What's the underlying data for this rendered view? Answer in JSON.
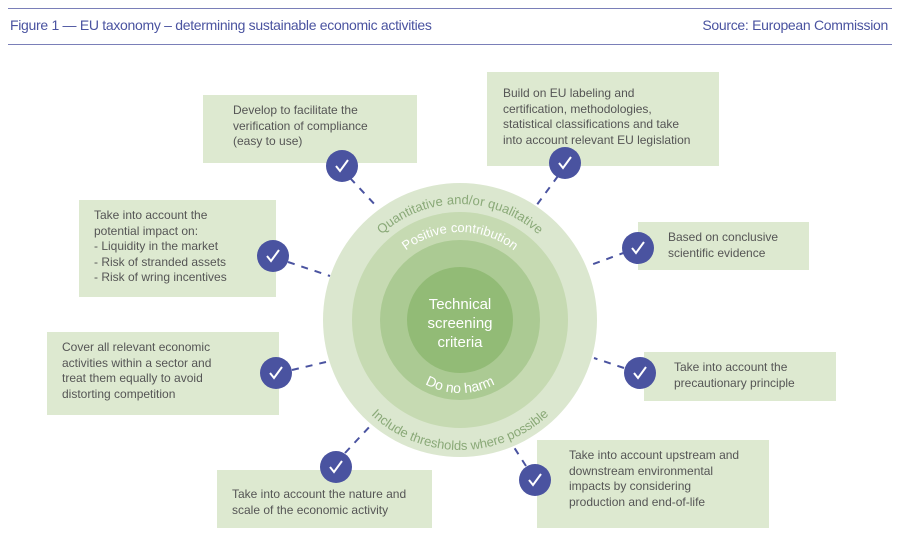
{
  "header": {
    "title": "Figure 1 —  EU taxonomy – determining sustainable economic activities",
    "source": "Source: European Commission"
  },
  "colors": {
    "accent": "#4a53a0",
    "box": "#dde9d0",
    "ring_outer": "#dbe7cf",
    "ring_2": "#c6dab2",
    "ring_3": "#abca93",
    "core": "#92bb76"
  },
  "center": {
    "core": [
      "Technical",
      "screening",
      "criteria"
    ],
    "ring_outer_top": "Quantitative and/or qualitative",
    "ring_outer_bottom": "Include thresholds where possible",
    "ring_inner_top": "Positive contribution",
    "ring_inner_bottom": "Do no harm"
  },
  "criteria": [
    {
      "lines": [
        "Develop to facilitate the",
        "verification of compliance",
        "(easy to use)"
      ],
      "icon": "check-icon"
    },
    {
      "lines": [
        "Build on EU labeling and",
        "certification, methodologies,",
        "statistical classifications and take",
        "into account relevant EU legislation"
      ],
      "icon": "check-icon"
    },
    {
      "lines": [
        "Based on conclusive",
        "scientific evidence"
      ],
      "icon": "check-icon"
    },
    {
      "lines": [
        "Take into account the",
        "potential impact on:",
        "- Liquidity in the market",
        "- Risk of stranded assets",
        "- Risk of wring incentives"
      ],
      "icon": "check-icon"
    },
    {
      "lines": [
        "Cover all relevant economic",
        "activities within a sector and",
        "treat them equally to avoid",
        "distorting competition"
      ],
      "icon": "check-icon"
    },
    {
      "lines": [
        "Take into account the",
        "precautionary principle"
      ],
      "icon": "check-icon"
    },
    {
      "lines": [
        "Take into account upstream and",
        "downstream environmental",
        "impacts by considering",
        "production and end-of-life"
      ],
      "icon": "check-icon"
    },
    {
      "lines": [
        "Take into account the nature and",
        "scale of the economic activity"
      ],
      "icon": "check-icon"
    }
  ]
}
